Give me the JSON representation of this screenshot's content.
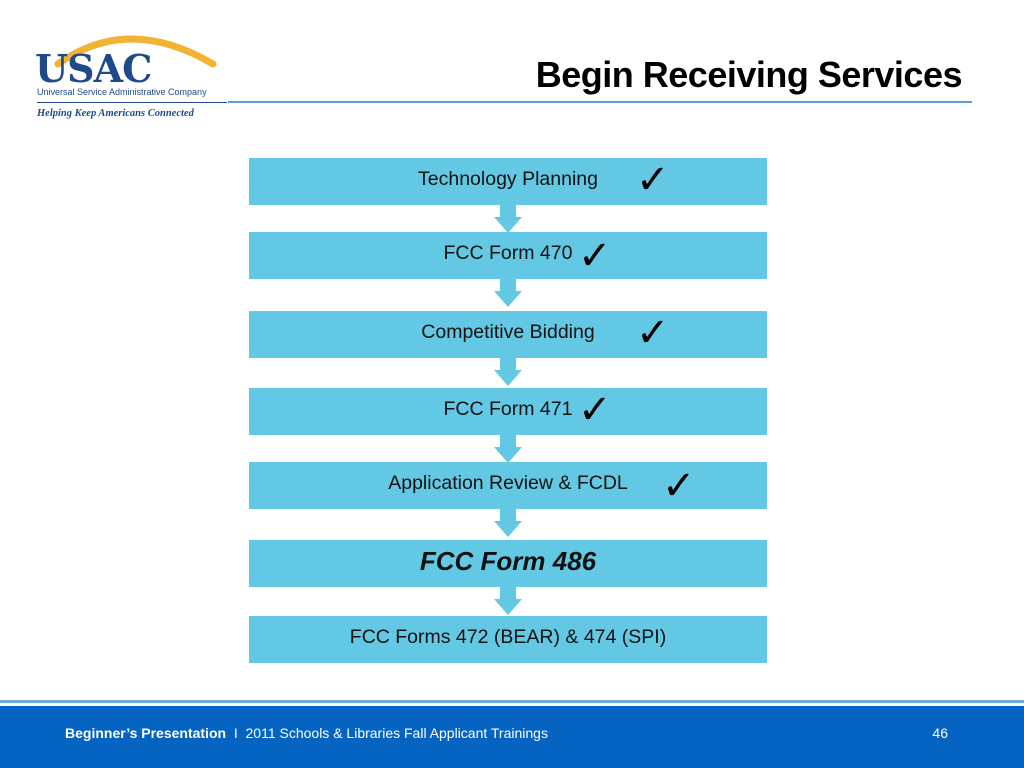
{
  "header": {
    "logo_text": "USAC",
    "logo_subtitle": "Universal Service Administrative Company",
    "logo_tagline": "Helping Keep Americans Connected",
    "title": "Begin Receiving Services"
  },
  "process": {
    "steps": [
      {
        "label": "Technology Planning",
        "checked": true
      },
      {
        "label": "FCC Form 470",
        "checked": true
      },
      {
        "label": "Competitive Bidding",
        "checked": true
      },
      {
        "label": "FCC Form 471",
        "checked": true
      },
      {
        "label": "Application Review & FCDL",
        "checked": true
      },
      {
        "label": "FCC Form 486",
        "checked": false,
        "current": true
      },
      {
        "label": "FCC Forms 472 (BEAR) & 474 (SPI)",
        "checked": false
      }
    ],
    "check_glyph": "✓"
  },
  "footer": {
    "presentation": "Beginner’s Presentation",
    "separator": "I",
    "event": "2011 Schools & Libraries Fall Applicant Trainings",
    "page_number": "46"
  },
  "colors": {
    "step_fill": "#62c8e3",
    "footer_bg": "#0563c1",
    "brand_blue": "#1f4a8a",
    "logo_arc": "#f2b233"
  }
}
